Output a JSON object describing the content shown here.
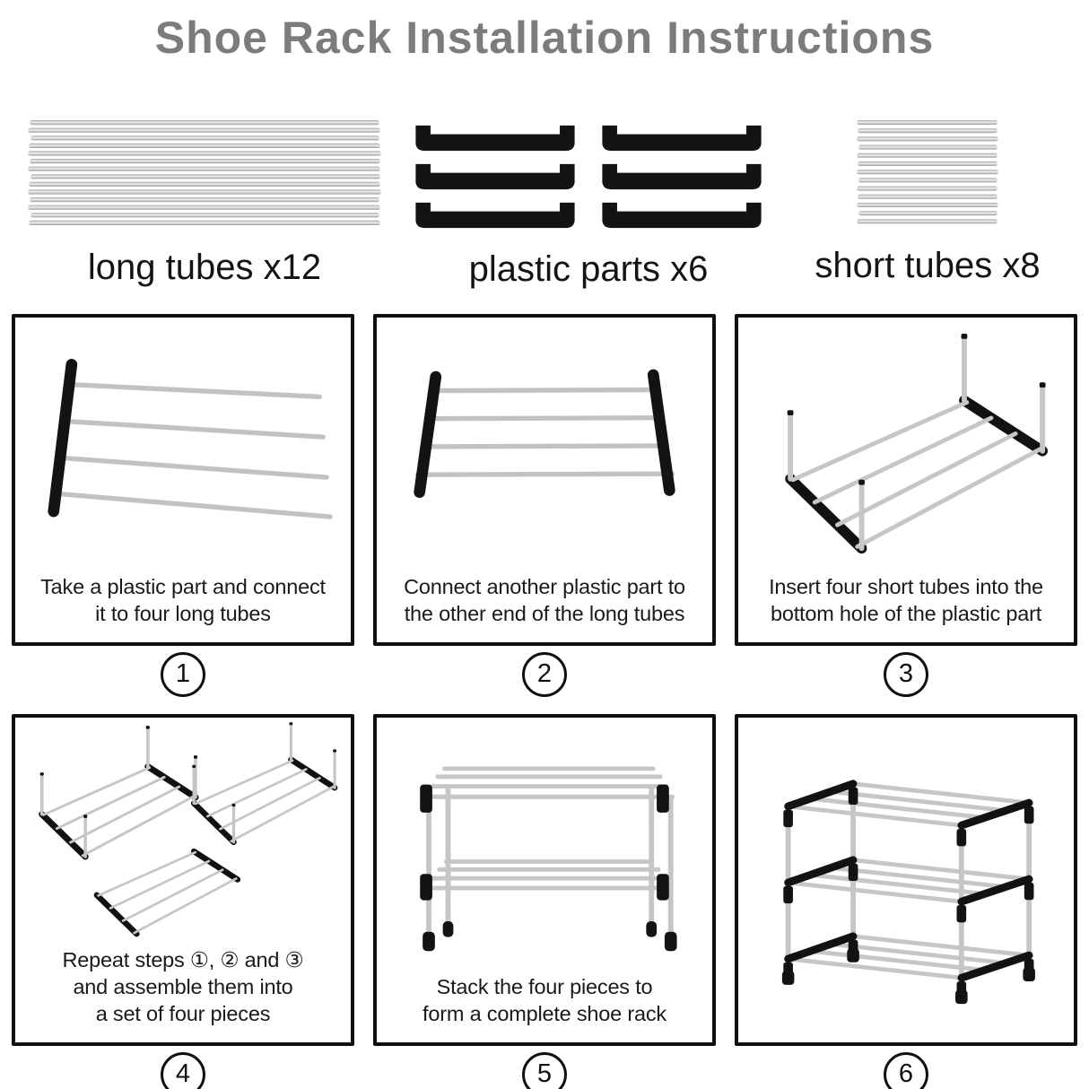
{
  "title": "Shoe Rack Installation Instructions",
  "colors": {
    "title_gray": "#7c7c7c",
    "text_black": "#1a1a1a",
    "box_border": "#0f0f0f",
    "tube_silver": "#c2c2c2",
    "plastic_black": "#131313",
    "background": "#ffffff"
  },
  "parts": [
    {
      "id": "long-tubes",
      "label": "long tubes x12"
    },
    {
      "id": "plastic-parts",
      "label": "plastic parts x6"
    },
    {
      "id": "short-tubes",
      "label": "short tubes x8"
    }
  ],
  "steps": [
    {
      "number": "1",
      "illustration": "plastic-part-with-four-long-tubes",
      "lines": [
        "Take a plastic part and connect",
        "it to four long tubes"
      ]
    },
    {
      "number": "2",
      "illustration": "long-tubes-with-plastic-parts-at-both-ends",
      "lines": [
        "Connect another plastic part to",
        "the other end of the long tubes"
      ]
    },
    {
      "number": "3",
      "illustration": "shelf-frame-with-four-short-tubes-inserted",
      "lines": [
        "Insert four short tubes into the",
        "bottom hole of the plastic part"
      ]
    },
    {
      "number": "4",
      "illustration": "three-assembled-shelf-pieces",
      "lines": [
        "Repeat steps ①, ② and ③",
        "and assemble them into",
        "a set of four pieces"
      ]
    },
    {
      "number": "5",
      "illustration": "two-tier-stacked-rack",
      "lines": [
        "Stack the four pieces to",
        "form a complete shoe rack"
      ]
    },
    {
      "number": "6",
      "illustration": "complete-three-tier-shoe-rack",
      "lines": []
    }
  ]
}
